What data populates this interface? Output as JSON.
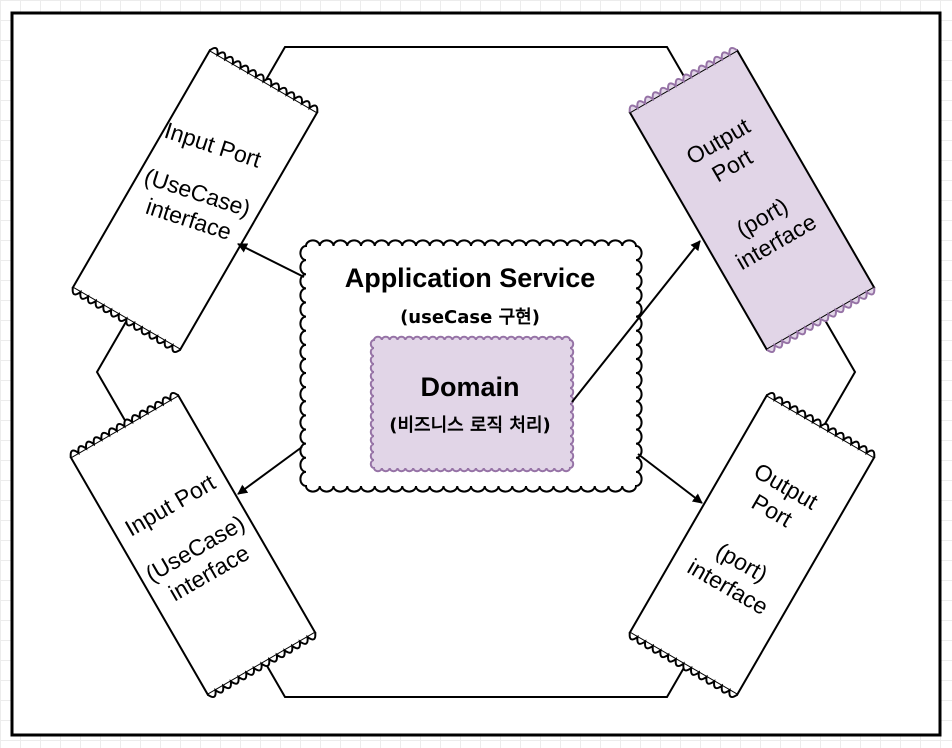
{
  "colors": {
    "port_fill": "#ffffff",
    "highlight_fill": "#e1d5e7",
    "highlight_stroke": "#9673a6",
    "stroke": "#000000"
  },
  "application_service": {
    "title": "Application Service",
    "subtitle": "(useCase 구현)"
  },
  "domain": {
    "title": "Domain",
    "subtitle": "(비즈니스 로직 처리)"
  },
  "ports": {
    "input_top": {
      "line1": "Input Port",
      "line2": "(UseCase)",
      "line3": "interface"
    },
    "input_bottom": {
      "line1": "Input Port",
      "line2": "(UseCase)",
      "line3": "interface"
    },
    "output_top": {
      "line1": "Output",
      "line2": "Port",
      "line3": "(port)",
      "line4": "interface"
    },
    "output_bottom": {
      "line1": "Output",
      "line2": "Port",
      "line3": "(port)",
      "line4": "interface"
    }
  }
}
